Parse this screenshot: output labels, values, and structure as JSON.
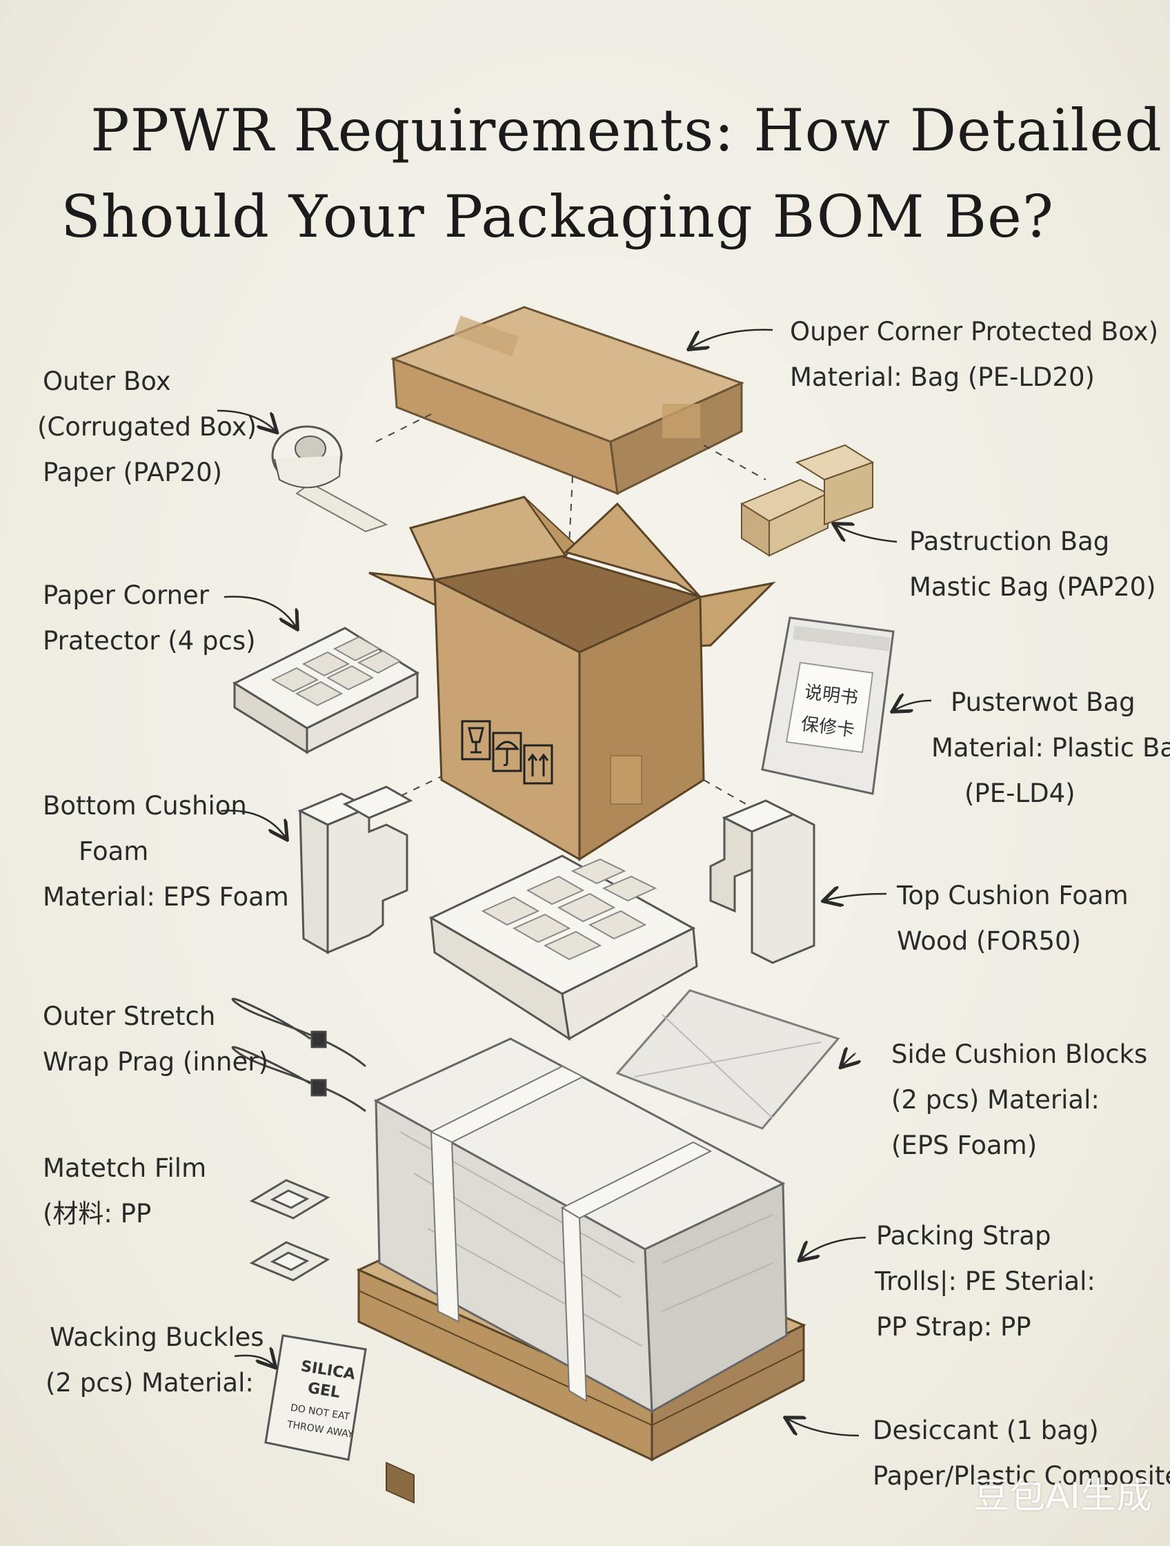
{
  "title": {
    "line1": "PPWR Requirements: How Detailed",
    "line2": "Should Your Packaging BOM Be?"
  },
  "labels_left": [
    {
      "lines": [
        "Outer Box",
        "(Corrugated Box)",
        "Paper (PAP20)"
      ]
    },
    {
      "lines": [
        "Paper Corner",
        "Pratector (4 pcs)"
      ]
    },
    {
      "lines": [
        "Bottom Cushion",
        "Foam",
        "Material: EPS Foam"
      ]
    },
    {
      "lines": [
        "Outer Stretch",
        "Wrap Prag (inner)"
      ]
    },
    {
      "lines": [
        "Matetch Film",
        "(材料: PP"
      ]
    },
    {
      "lines": [
        "Wacking Buckles",
        "(2 pcs) Material:"
      ]
    }
  ],
  "labels_right": [
    {
      "lines": [
        "Ouper Corner Protected Box)",
        "Material: Bag (PE-LD20)"
      ]
    },
    {
      "lines": [
        "Pastruction Bag",
        "Mastic Bag (PAP20)"
      ]
    },
    {
      "lines": [
        "Pusterwot Bag",
        "Material: Plastic Bag",
        "(PE-LD4)"
      ]
    },
    {
      "lines": [
        "Top Cushion Foam",
        "Wood (FOR50)"
      ]
    },
    {
      "lines": [
        "Side Cushion Blocks",
        "(2 pcs) Material:",
        "(EPS Foam)"
      ]
    },
    {
      "lines": [
        "Packing Strap",
        "Trolls|: PE Sterial:",
        "PP Strap: PP"
      ]
    },
    {
      "lines": [
        "Desiccant (1 bag)",
        "Paper/Plastic Composite"
      ]
    }
  ],
  "box_symbols": [
    "fragile-glass-icon",
    "keep-dry-umbrella-icon",
    "this-way-up-arrows-icon"
  ],
  "bag_label": {
    "line1": "说明书",
    "line2": "保修卡"
  },
  "desiccant_label": {
    "line1": "SILICA",
    "line2": "GEL",
    "line3": "DO NOT EAT",
    "line4": "THROW AWAY"
  },
  "watermark": "豆包AI生成",
  "colors": {
    "background": "#f1efe6",
    "cardboard": "#c9a67a",
    "cardboard_dark": "#a9865a",
    "foam": "#f4f2ea",
    "wood": "#c8a774",
    "ink": "#2a2a2a"
  }
}
